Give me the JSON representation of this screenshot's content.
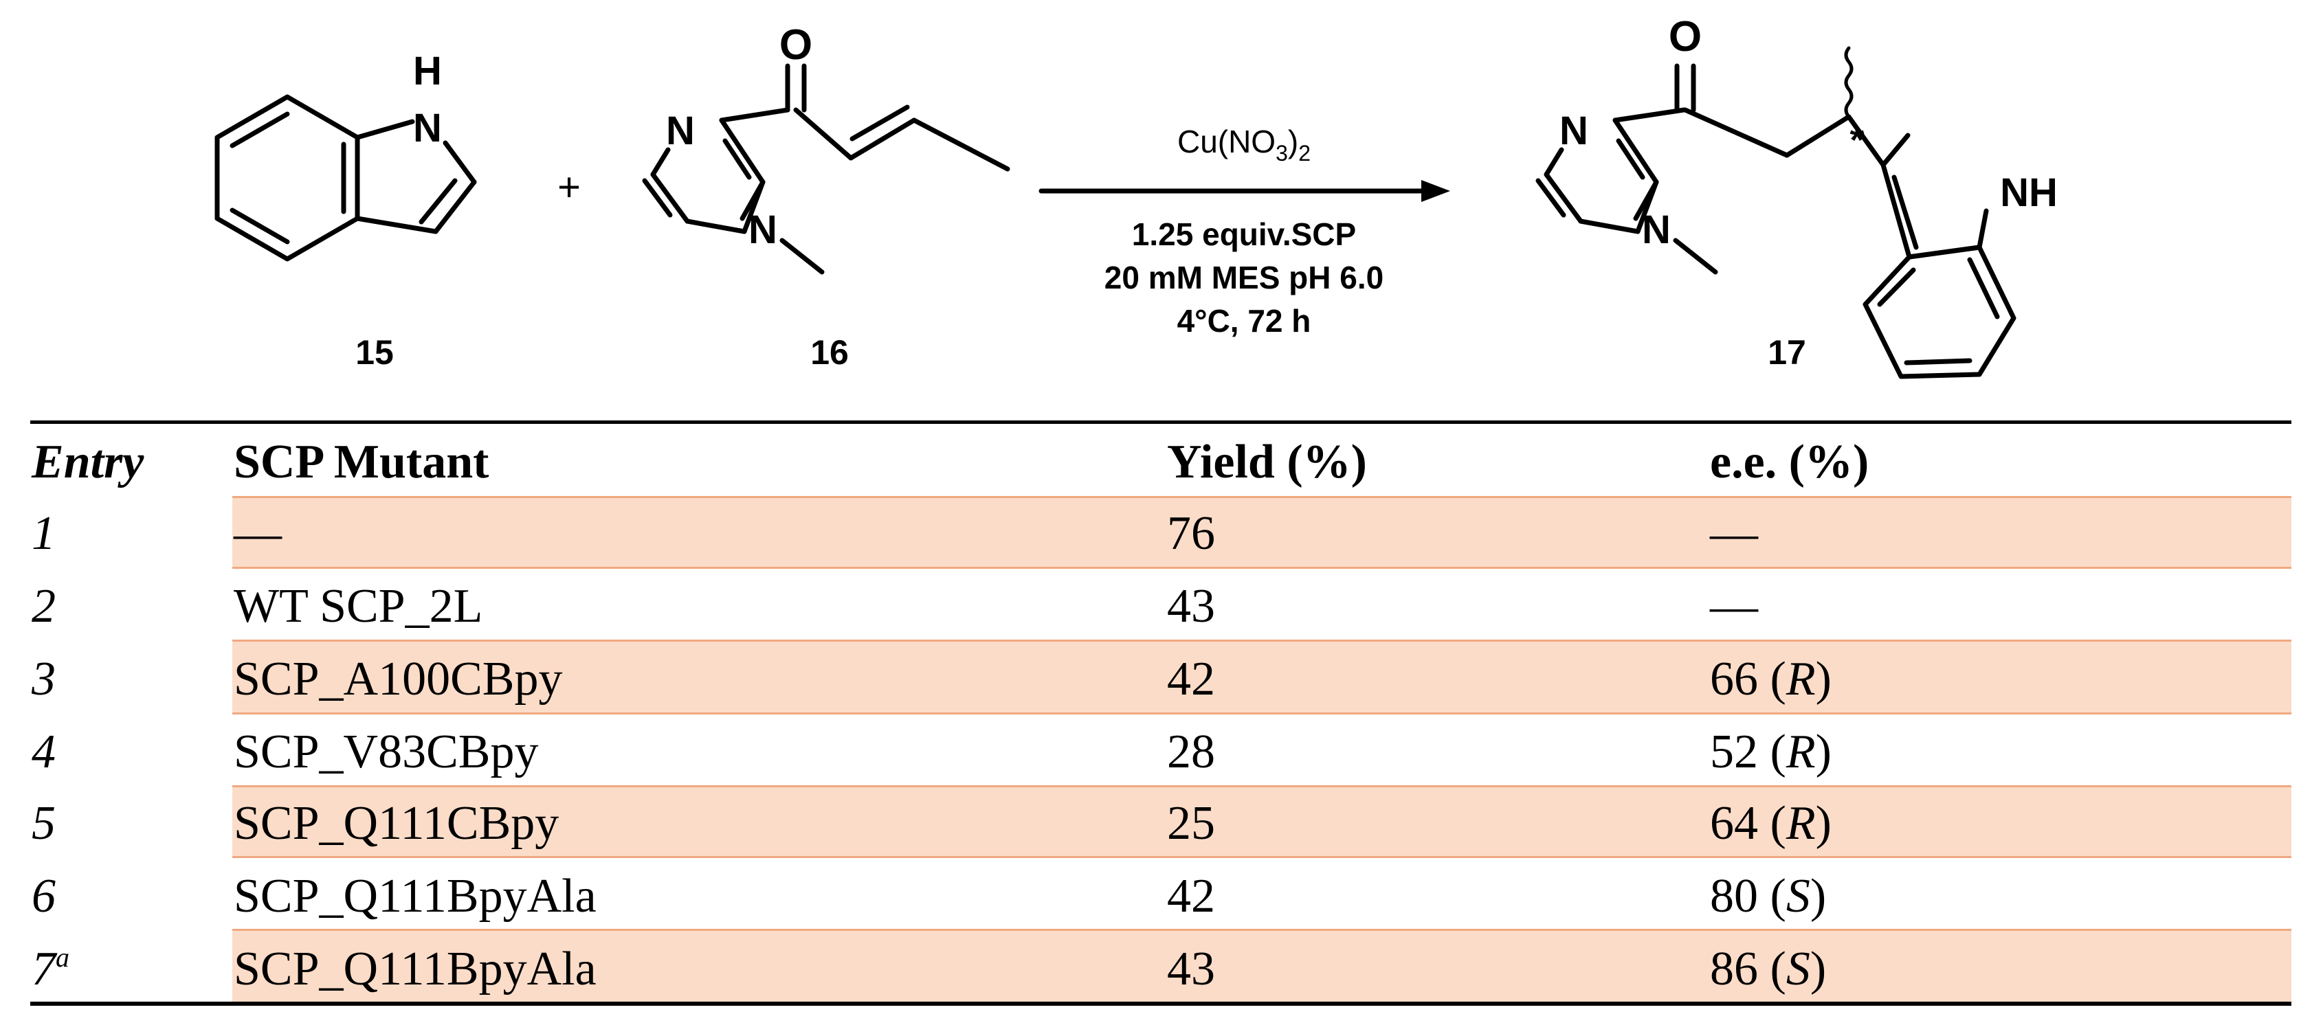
{
  "scheme": {
    "reactant1": {
      "label": "15",
      "atom": "H",
      "atom2": "N"
    },
    "reactant2": {
      "label": "16",
      "atom_n1": "N",
      "atom_n2": "N",
      "atom_o": "O"
    },
    "plus": "+",
    "reagent_top": "Cu(NO",
    "reagent_top_sub": "3",
    "reagent_top_end": ")",
    "reagent_top_sub2": "2",
    "conditions": [
      "1.25 equiv.SCP",
      "20 mM MES pH 6.0",
      "4°C, 72 h"
    ],
    "product": {
      "label": "17",
      "atom_o": "O",
      "atom_n1": "N",
      "atom_n2": "N",
      "atom_nh": "NH",
      "stereo": "*"
    }
  },
  "table": {
    "headers": {
      "entry": "Entry",
      "mutant": "SCP Mutant",
      "yield": "Yield (%)",
      "ee": "e.e. (%)"
    },
    "rows": [
      {
        "entry": "1",
        "sup": "",
        "mutant": "—",
        "yield": "76",
        "ee_value": "—",
        "ee_config": ""
      },
      {
        "entry": "2",
        "sup": "",
        "mutant": "WT SCP_2L",
        "yield": "43",
        "ee_value": "—",
        "ee_config": ""
      },
      {
        "entry": "3",
        "sup": "",
        "mutant": "SCP_A100CBpy",
        "yield": "42",
        "ee_value": "66 (",
        "ee_config": "R"
      },
      {
        "entry": "4",
        "sup": "",
        "mutant": "SCP_V83CBpy",
        "yield": "28",
        "ee_value": "52 (",
        "ee_config": "R"
      },
      {
        "entry": "5",
        "sup": "",
        "mutant": "SCP_Q111CBpy",
        "yield": "25",
        "ee_value": "64 (",
        "ee_config": "R"
      },
      {
        "entry": "6",
        "sup": "",
        "mutant": "SCP_Q111BpyAla",
        "yield": "42",
        "ee_value": "80 (",
        "ee_config": "S"
      },
      {
        "entry": "7",
        "sup": "a",
        "mutant": "SCP_Q111BpyAla",
        "yield": "43",
        "ee_value": "86 (",
        "ee_config": "S"
      }
    ]
  },
  "colors": {
    "band": "#fbdcc8",
    "separator": "#f0a880",
    "rule": "#000000"
  }
}
